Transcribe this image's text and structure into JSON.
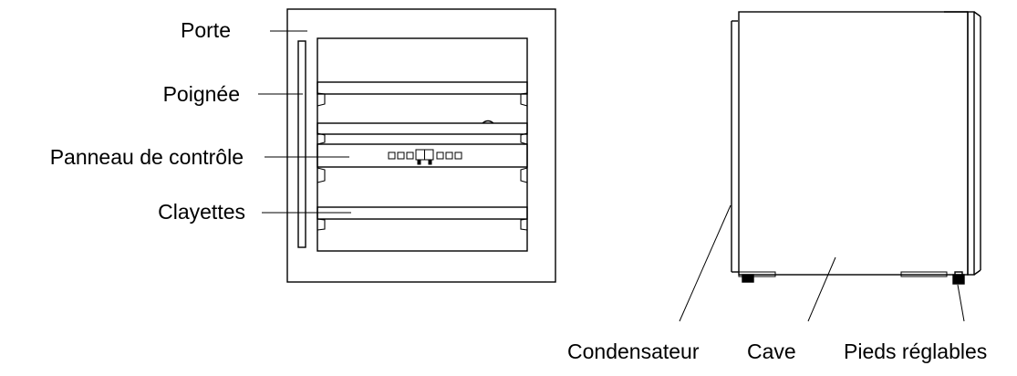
{
  "front_view": {
    "labels": {
      "door": "Porte",
      "handle": "Poignée",
      "control_panel": "Panneau de contrôle",
      "shelves": "Clayettes"
    }
  },
  "side_view": {
    "labels": {
      "condenser": "Condensateur",
      "cabinet": "Cave",
      "adjustable_feet": "Pieds réglables"
    }
  }
}
